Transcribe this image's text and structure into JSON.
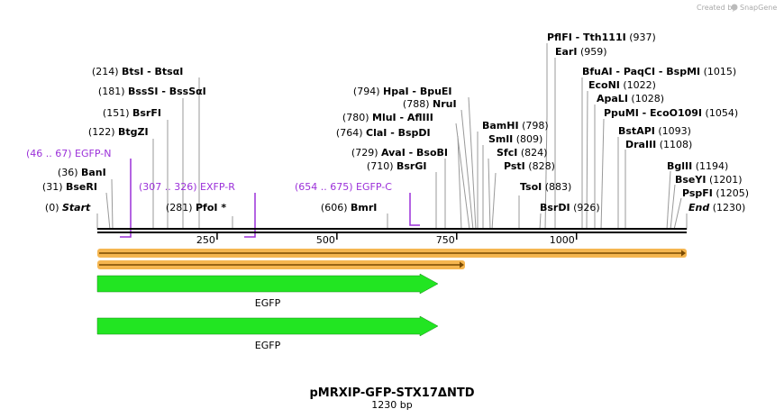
{
  "credit": {
    "created_by": "Created by",
    "brand": "SnapGene"
  },
  "title": "pMRXIP-GFP-STX17ΔNTD",
  "subtitle": "1230 bp",
  "sequence_length": 1230,
  "ticks": [
    250,
    500,
    750,
    1000
  ],
  "sites": [
    {
      "pos": "(0)",
      "name": "Start",
      "italic": true
    },
    {
      "pos": "(31)",
      "name": "BseRI"
    },
    {
      "pos": "(36)",
      "name": "BanI"
    },
    {
      "pos": "(122)",
      "name": "BtgZI"
    },
    {
      "pos": "(151)",
      "name": "BsrFI"
    },
    {
      "pos": "(181)",
      "name": "BssSI  -  BssSαI"
    },
    {
      "pos": "(214)",
      "name": "BtsI  -  BtsαI"
    },
    {
      "pos": "(281)",
      "name": "PfoI *"
    },
    {
      "pos": "(606)",
      "name": "BmrI"
    },
    {
      "pos": "(710)",
      "name": "BsrGI"
    },
    {
      "pos": "(729)",
      "name": "AvaI  -  BsoBI"
    },
    {
      "pos": "(764)",
      "name": "ClaI  -  BspDI"
    },
    {
      "pos": "(780)",
      "name": "MluI  -  AflIII"
    },
    {
      "pos": "(788)",
      "name": "NruI"
    },
    {
      "pos": "(794)",
      "name": "HpaI  -  BpuEI"
    },
    {
      "pos": "(798)",
      "name": "BamHI"
    },
    {
      "pos": "(809)",
      "name": "SmlI"
    },
    {
      "pos": "(824)",
      "name": "SfcI"
    },
    {
      "pos": "(828)",
      "name": "PstI"
    },
    {
      "pos": "(883)",
      "name": "TsoI"
    },
    {
      "pos": "(926)",
      "name": "BsrDI"
    },
    {
      "pos": "(937)",
      "name": "PflFI  -  Tth111I"
    },
    {
      "pos": "(959)",
      "name": "EarI"
    },
    {
      "pos": "(1015)",
      "name": "BfuAI  -  PaqCI  -  BspMI"
    },
    {
      "pos": "(1022)",
      "name": "EcoNI"
    },
    {
      "pos": "(1028)",
      "name": "ApaLI"
    },
    {
      "pos": "(1054)",
      "name": "PpuMI  -  EcoO109I"
    },
    {
      "pos": "(1093)",
      "name": "BstAPI"
    },
    {
      "pos": "(1108)",
      "name": "DraIII"
    },
    {
      "pos": "(1194)",
      "name": "BglII"
    },
    {
      "pos": "(1201)",
      "name": "BseYI"
    },
    {
      "pos": "(1205)",
      "name": "PspFI"
    },
    {
      "pos": "(1230)",
      "name": "End",
      "italic": true
    }
  ],
  "primers": [
    {
      "range": "(46 .. 67)",
      "name": "EGFP-N"
    },
    {
      "range": "(307 .. 326)",
      "name": "EXFP-R"
    },
    {
      "range": "(654 .. 675)",
      "name": "EGFP-C"
    }
  ],
  "features": [
    {
      "name": "EGFP"
    },
    {
      "name": "EGFP"
    }
  ],
  "colors": {
    "primer": "#9b30d9",
    "orf": "#f5b650",
    "orf_inner": "#c7881c",
    "feature": "#22e522",
    "backbone": "#000000",
    "connector": "#999999"
  }
}
